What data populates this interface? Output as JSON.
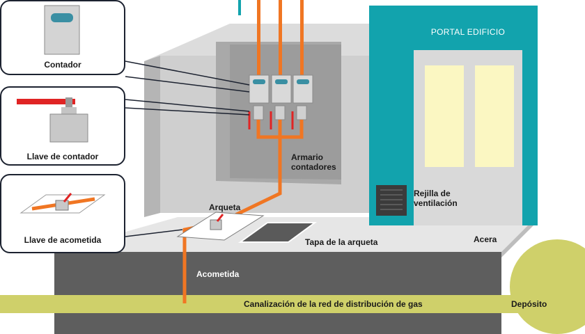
{
  "labels": {
    "portal": "PORTAL EDIFICIO",
    "armario_line1": "Armario",
    "armario_line2": "contadores",
    "rejilla_line1": "Rejilla de",
    "rejilla_line2": "ventilación",
    "arqueta": "Arqueta",
    "tapa": "Tapa de la arqueta",
    "acera": "Acera",
    "acometida": "Acometida",
    "canalizacion": "Canalización de la red de distribución de gas",
    "deposito": "Depósito"
  },
  "callouts": {
    "contador": "Contador",
    "llave_contador": "Llave de contador",
    "llave_acometida": "Llave de acometida"
  },
  "colors": {
    "teal": "#12a3ad",
    "gas_pipe": "#cfd06a",
    "orange_pipe": "#f07623",
    "red_handle": "#e02424",
    "door_glass": "#fbf7c2",
    "ground": "#5e5e5e"
  }
}
